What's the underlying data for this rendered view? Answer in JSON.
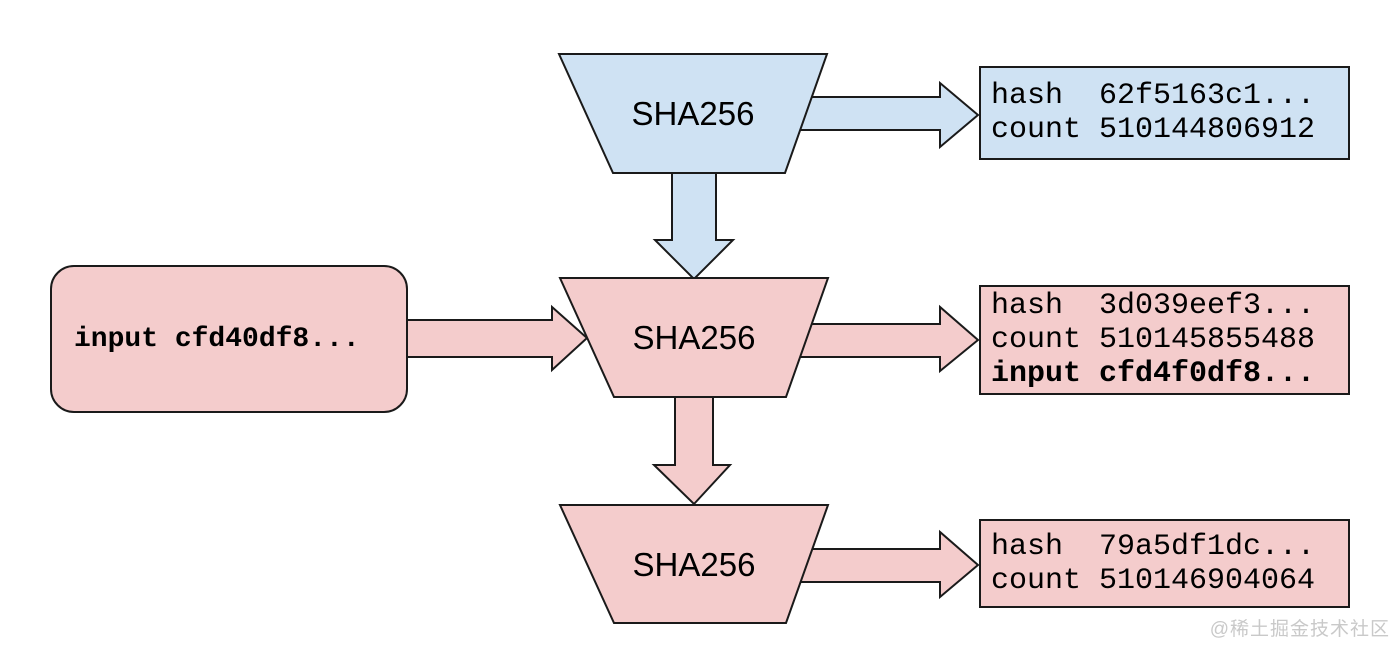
{
  "watermark": "@稀土掘金技术社区",
  "colors": {
    "blue_fill": "#cfe2f3",
    "pink_fill": "#f4cccc",
    "border": "#1a1a1a",
    "text": "#000000",
    "watermark_gray": "#c9c9c9",
    "background": "#ffffff"
  },
  "nodes": {
    "input_box": {
      "label": "input cfd40df8..."
    },
    "sha256_top": {
      "label": "SHA256"
    },
    "sha256_middle": {
      "label": "SHA256"
    },
    "sha256_bottom": {
      "label": "SHA256"
    },
    "output_top": {
      "line1": "hash  62f5163c1...",
      "line2": "count 510144806912"
    },
    "output_middle": {
      "line1": "hash  3d039eef3...",
      "line2": "count 510145855488",
      "line3": "input cfd4f0df8..."
    },
    "output_bottom": {
      "line1": "hash  79a5df1dc...",
      "line2": "count 510146904064"
    }
  }
}
